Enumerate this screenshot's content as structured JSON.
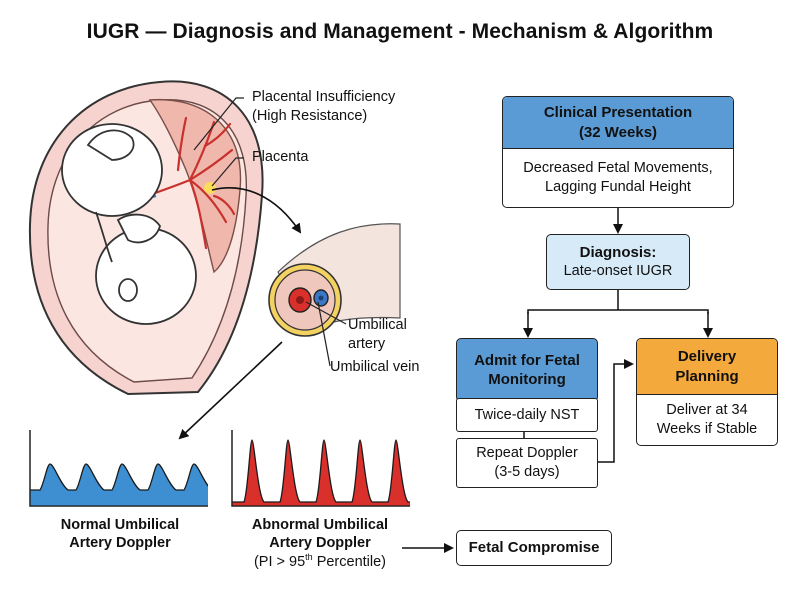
{
  "title": "IUGR — Diagnosis and Management - Mechanism & Algorithm",
  "illustration": {
    "label_insufficiency_line1": "Placental Insufficiency",
    "label_insufficiency_line2": "(High Resistance)",
    "label_placenta": "Placenta",
    "label_umbilical_artery_line1": "Umbilical",
    "label_umbilical_artery_line2": "artery",
    "label_umbilical_vein": "Umbilical vein"
  },
  "doppler": {
    "normal_caption_line1": "Normal Umbilical",
    "normal_caption_line2": "Artery Doppler",
    "abnormal_caption_line1": "Abnormal Umbilical",
    "abnormal_caption_line2": "Artery Doppler",
    "abnormal_caption_line3_pre": "(PI > 95",
    "abnormal_caption_line3_sup": "th",
    "abnormal_caption_line3_post": " Percentile)"
  },
  "flowchart": {
    "clinical_title_line1": "Clinical Presentation",
    "clinical_title_line2": "(32 Weeks)",
    "clinical_body_line1": "Decreased Fetal Movements,",
    "clinical_body_line2": "Lagging Fundal Height",
    "diagnosis_title": "Diagnosis:",
    "diagnosis_body": "Late-onset IUGR",
    "admit_title_line1": "Admit for Fetal",
    "admit_title_line2": "Monitoring",
    "nst": "Twice-daily NST",
    "repeat_line1": "Repeat Doppler",
    "repeat_line2": "(3-5 days)",
    "delivery_title_line1": "Delivery",
    "delivery_title_line2": "Planning",
    "delivery_body_line1": "Deliver at 34",
    "delivery_body_line2": "Weeks if Stable",
    "compromise": "Fetal Compromise"
  },
  "colors": {
    "blue_header": "#5b9bd5",
    "light_blue": "#d7eaf8",
    "orange_header": "#f4a93c",
    "artery_red": "#d9302c",
    "vein_blue": "#3a78c6",
    "normal_wave": "#3d8fd1",
    "abnormal_wave": "#d9302c",
    "uterus_pink": "#f3c9c3"
  }
}
